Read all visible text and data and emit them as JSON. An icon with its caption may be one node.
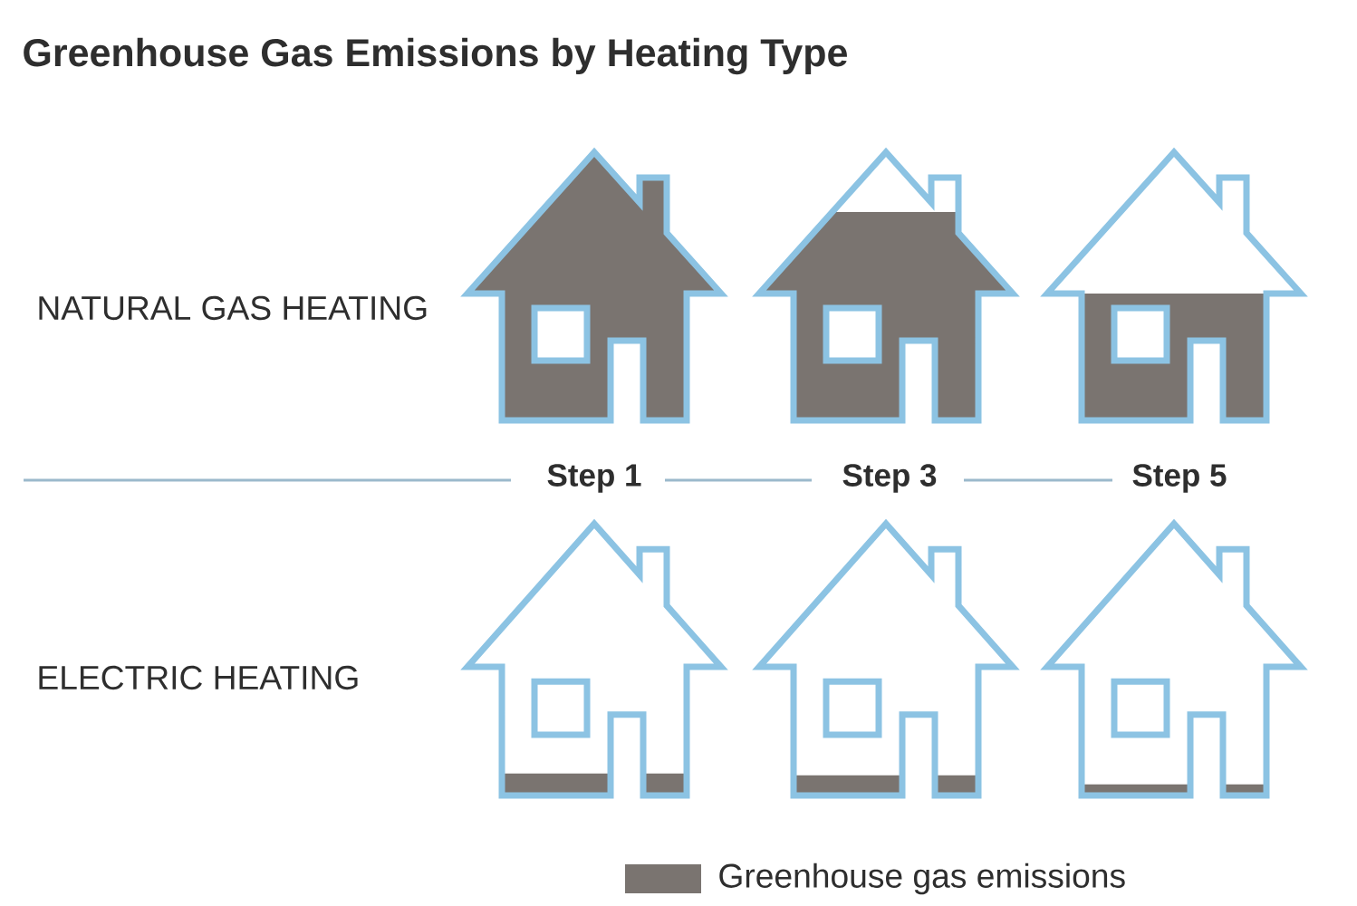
{
  "diagram": {
    "title": "Greenhouse Gas Emissions by Heating Type",
    "labels": [
      "NATURAL GAS HEATING",
      "Step 1",
      "Step 3",
      "Step 5",
      "ELECTRIC HEATING"
    ],
    "legend": [
      {
        "text": "Greenhouse gas emissions",
        "color": "#7a7470"
      }
    ]
  }
}
